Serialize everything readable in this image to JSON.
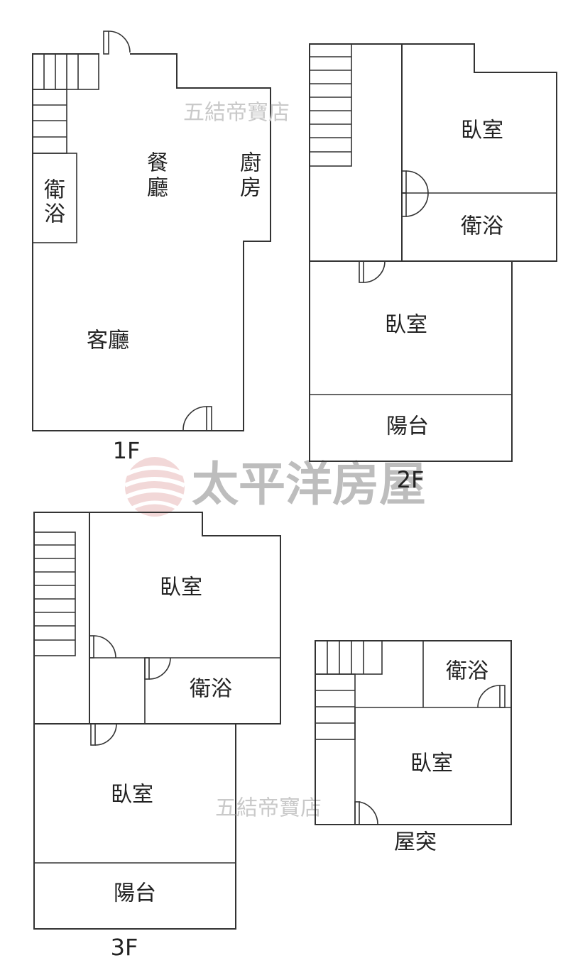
{
  "floor1": {
    "label": "1F",
    "rooms": {
      "bath": "衛浴",
      "dining": "餐廳",
      "kitchen": "廚房",
      "living": "客廳"
    }
  },
  "floor2": {
    "label": "2F",
    "rooms": {
      "bedroom_top": "臥室",
      "bath": "衛浴",
      "bedroom_main": "臥室",
      "balcony": "陽台"
    }
  },
  "floor3": {
    "label": "3F",
    "rooms": {
      "bedroom_top": "臥室",
      "bath": "衛浴",
      "bedroom_main": "臥室",
      "balcony": "陽台"
    }
  },
  "roof": {
    "label": "屋突",
    "rooms": {
      "bath": "衛浴",
      "bedroom": "臥室"
    }
  },
  "watermarks": {
    "top": "五結帝寶店",
    "bottom": "五結帝寶店"
  },
  "brand": {
    "name": "太平洋房屋",
    "logo_color": "#e25a5a"
  }
}
